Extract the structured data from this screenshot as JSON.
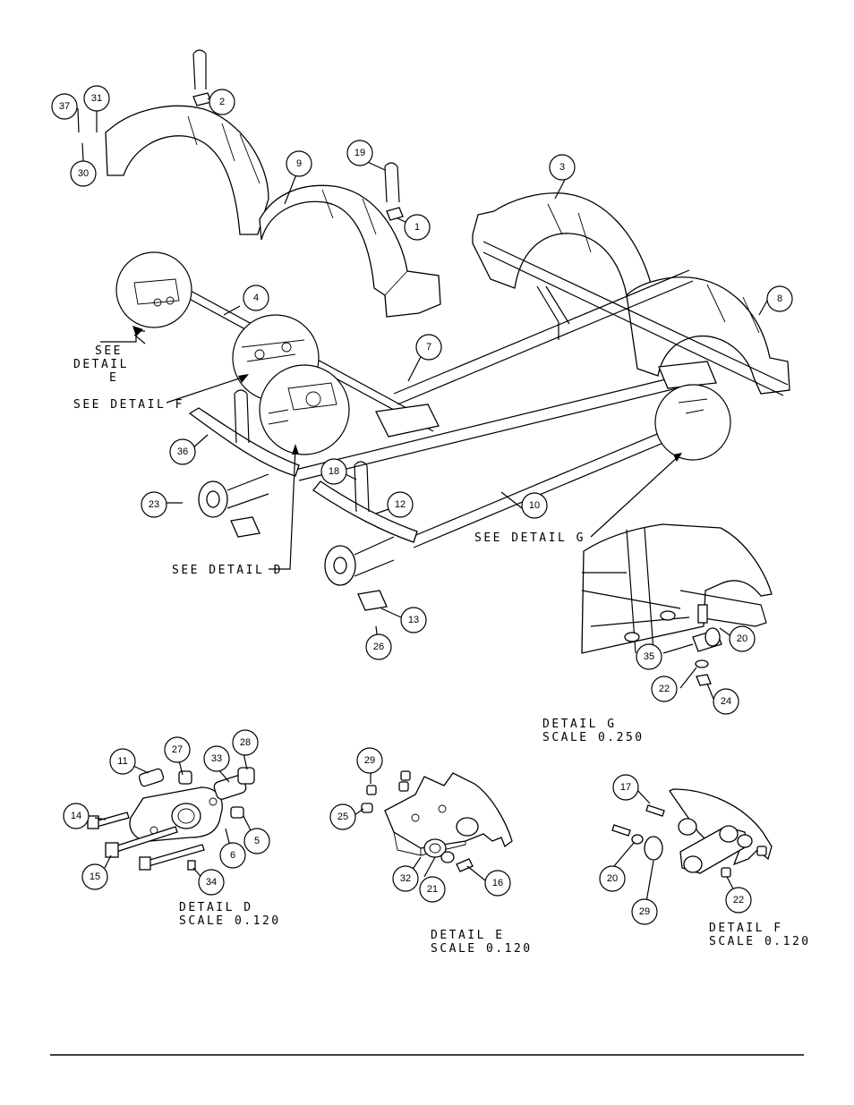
{
  "callouts": [
    "1",
    "2",
    "3",
    "4",
    "5",
    "6",
    "7",
    "8",
    "9",
    "10",
    "11",
    "12",
    "13",
    "14",
    "15",
    "16",
    "17",
    "18",
    "19",
    "20",
    "20",
    "21",
    "22",
    "22",
    "23",
    "24",
    "25",
    "26",
    "27",
    "28",
    "29",
    "29",
    "30",
    "31",
    "32",
    "33",
    "34",
    "35",
    "36",
    "37"
  ],
  "labels": {
    "see_detail_e_1": "SEE",
    "see_detail_e_2": "DETAIL",
    "see_detail_e_3": "E",
    "see_detail_f": "SEE DETAIL  F",
    "see_detail_d": "SEE DETAIL  D",
    "see_detail_g": "SEE DETAIL  G"
  },
  "details": {
    "g": {
      "name": "DETAIL  G",
      "scale": "SCALE  0.250"
    },
    "d": {
      "name": "DETAIL  D",
      "scale": "SCALE  0.120"
    },
    "e": {
      "name": "DETAIL  E",
      "scale": "SCALE  0.120"
    },
    "f": {
      "name": "DETAIL  F",
      "scale": "SCALE  0.120"
    }
  }
}
